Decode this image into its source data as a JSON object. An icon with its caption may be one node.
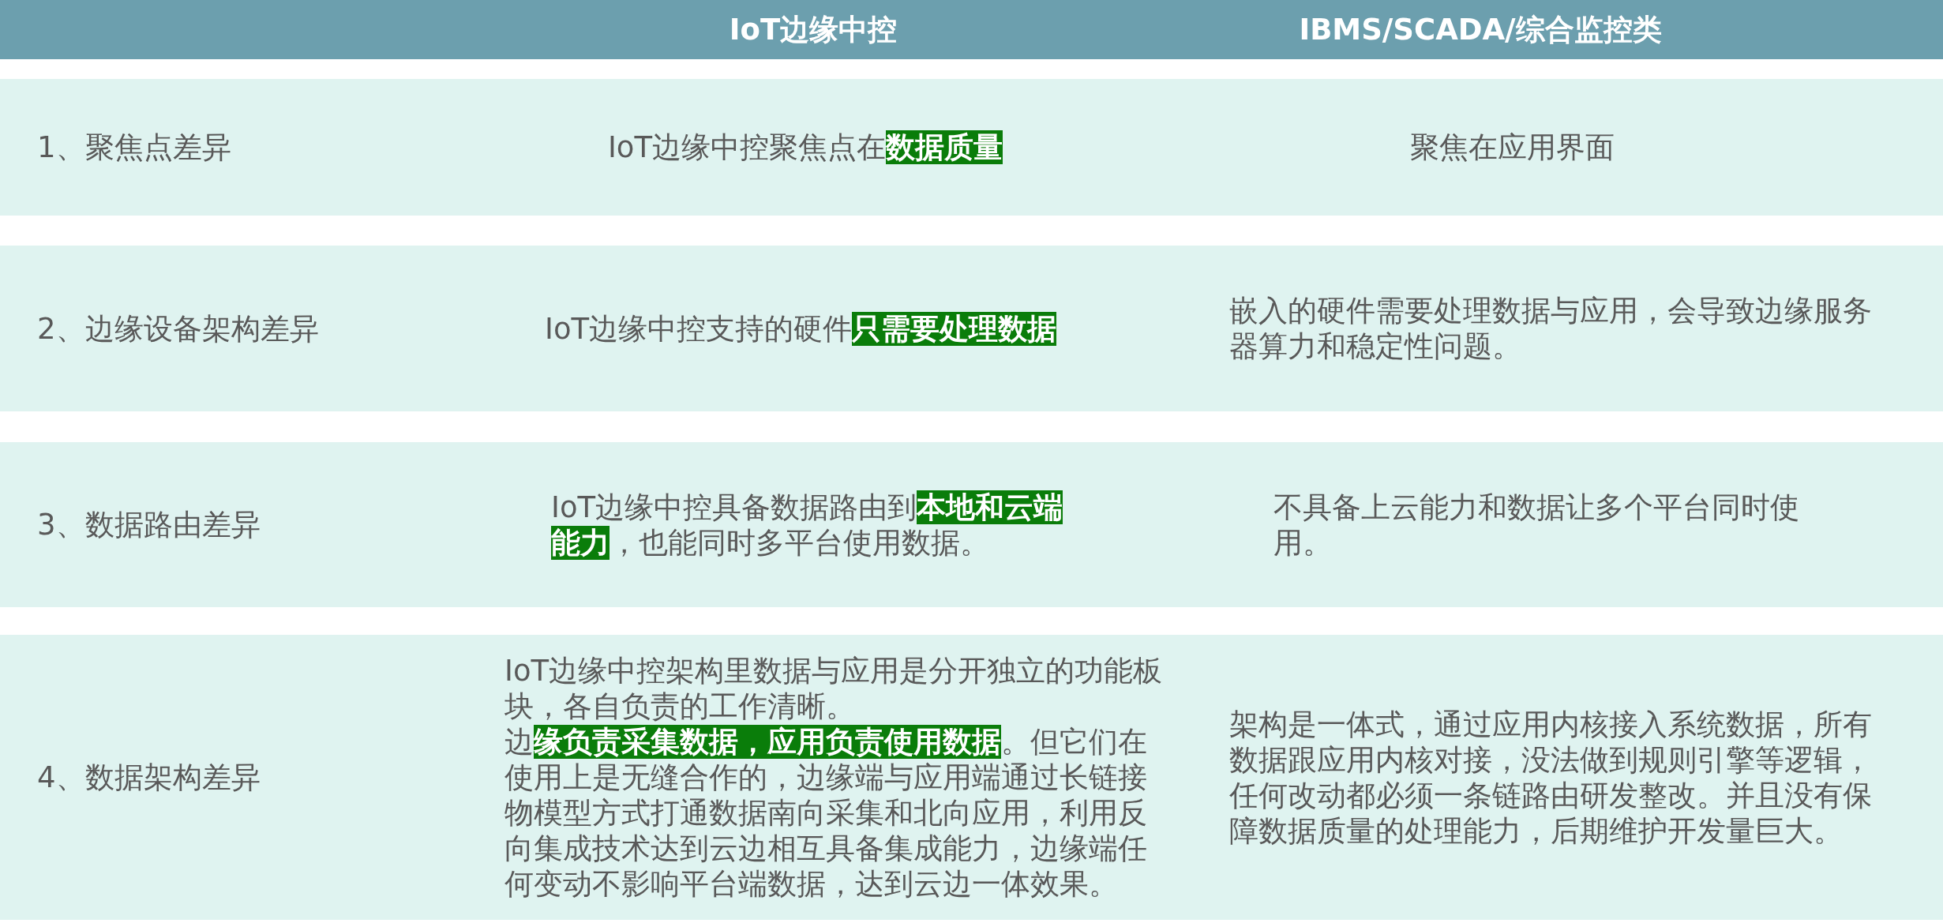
{
  "diagram": {
    "labels": [
      "IoT边缘中控",
      "IBMS/SCADA/综合监控类",
      "1、聚焦点差异",
      "IoT边缘中控聚焦点在**数据质量**",
      "聚焦在应用界面",
      "2、边缘设备架构差异",
      "IoT边缘中控支持的硬件**只需要处理数据**",
      "嵌入的硬件需要处理数据与应用，会导致边缘服务器算力和稳定性问题。",
      "3、数据路由差异",
      "IoT边缘中控具备数据路由到**本地和云端能力**，也能同时多平台使用数据。",
      "不具备上云能力和数据让多个平台同时使用。",
      "4、数据架构差异",
      "IoT边缘中控架构里数据与应用是分开独立的功能板块，各自负责的工作清晰。",
      "边**缘负责采集数据，应用负责使用数据**。但它们在使用上是无缝合作的，边缘端与应用端通过长链接物模型方式打通数据南向采集和北向应用，利用反向集成技术达到云边相互具备集成能力，边缘端任何变动不影响平台端数据，达到云边一体效果。",
      "架构是一体式，通过应用内核接入系统数据，所有数据跟应用内核对接，没法做到规则引擎等逻辑，任何改动都必须一条链路由研发整改。并且没有保障数据质量的处理能力，后期维护开发量巨大。"
    ]
  }
}
